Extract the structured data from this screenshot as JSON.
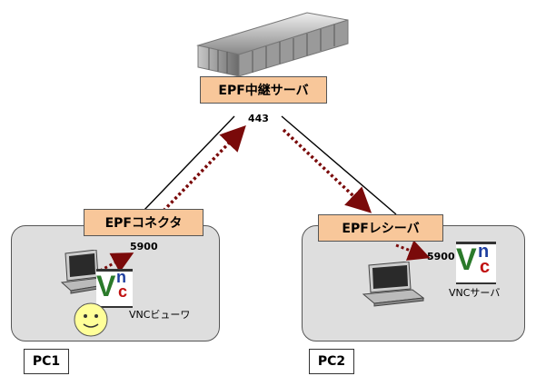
{
  "relay": {
    "label": "EPF中継サーバ",
    "port": "443"
  },
  "connector": {
    "label": "EPFコネクタ",
    "port": "5900"
  },
  "receiver": {
    "label": "EPFレシーバ",
    "port": "5900"
  },
  "pc1": {
    "label": "PC1",
    "app_label": "VNCビューワ"
  },
  "pc2": {
    "label": "PC2",
    "app_label": "VNCサーバ"
  },
  "vnc_logo": {
    "v": "V",
    "n": "n",
    "c": "c"
  },
  "colors": {
    "tag_fill": "#f8c79a",
    "pc_fill": "#dedede",
    "arrow": "#7a0a0a",
    "vnc_v": "#2a7a2a",
    "vnc_n": "#1f3f9f",
    "vnc_c": "#c01010"
  }
}
